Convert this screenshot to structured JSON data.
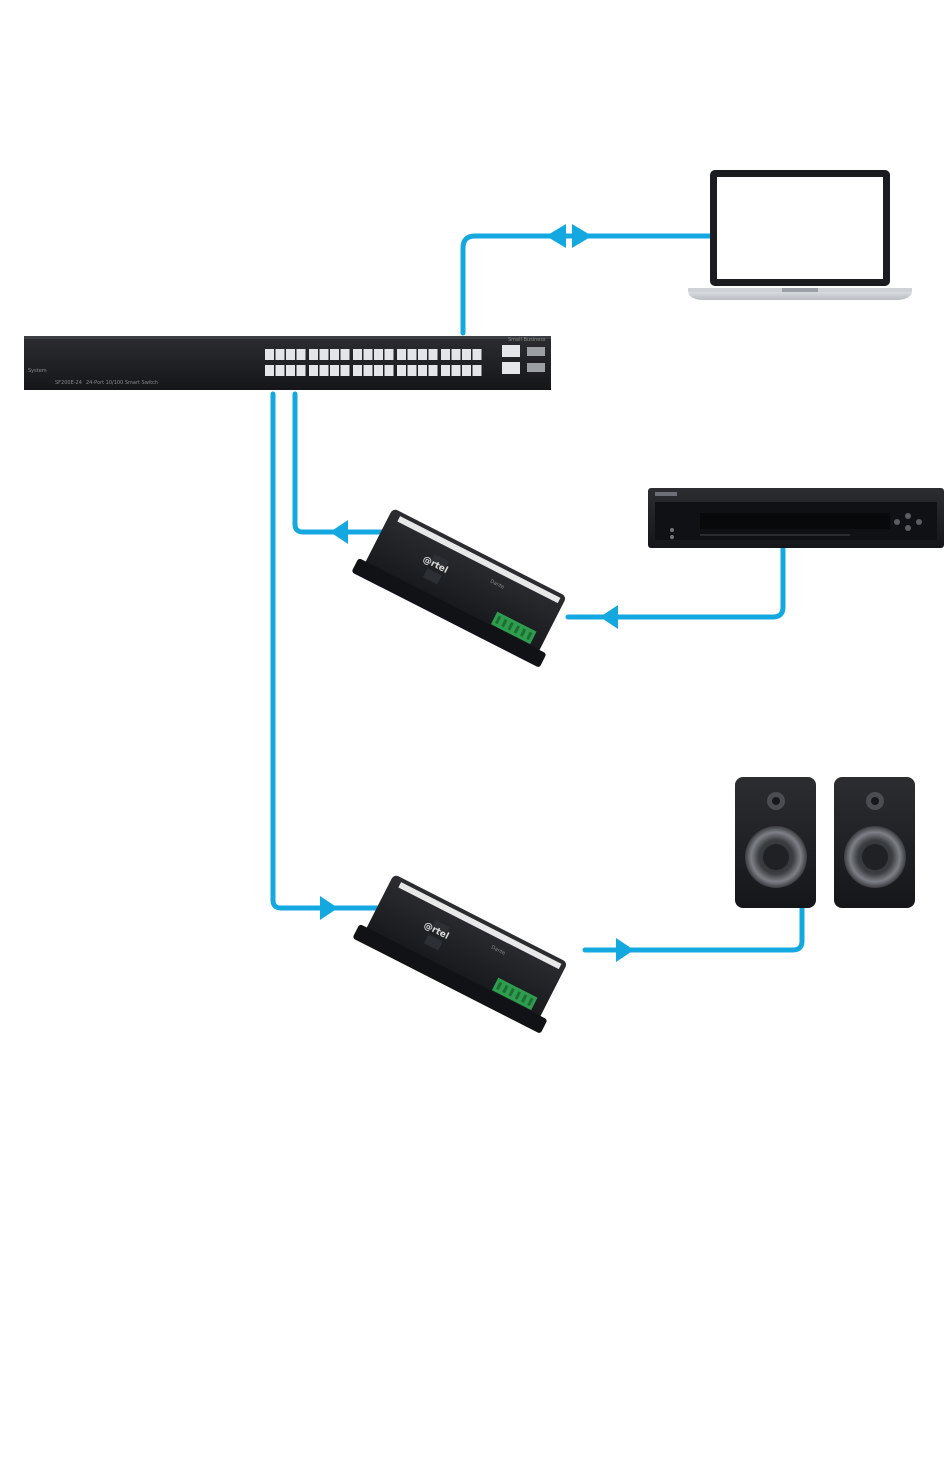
{
  "colors": {
    "connector": "#13a8e0",
    "device_body": "#1d1f22",
    "terminal_green": "#2e9d4e",
    "background": "#ffffff"
  },
  "switch": {
    "model_text": "SF200E-24",
    "series_text": "24-Port 10/100 Smart Switch",
    "brand_text": "Small Business",
    "system_text": "System"
  },
  "encoder_top": {
    "brand_text": "@rtel",
    "mark_text": "Dante"
  },
  "encoder_bottom": {
    "brand_text": "@rtel",
    "mark_text": "Dante"
  },
  "icons": {
    "laptop": "laptop-icon",
    "switch": "network-switch-icon",
    "source": "media-player-icon",
    "speakers": "speaker-pair-icon",
    "adapter": "audio-adapter-icon"
  }
}
